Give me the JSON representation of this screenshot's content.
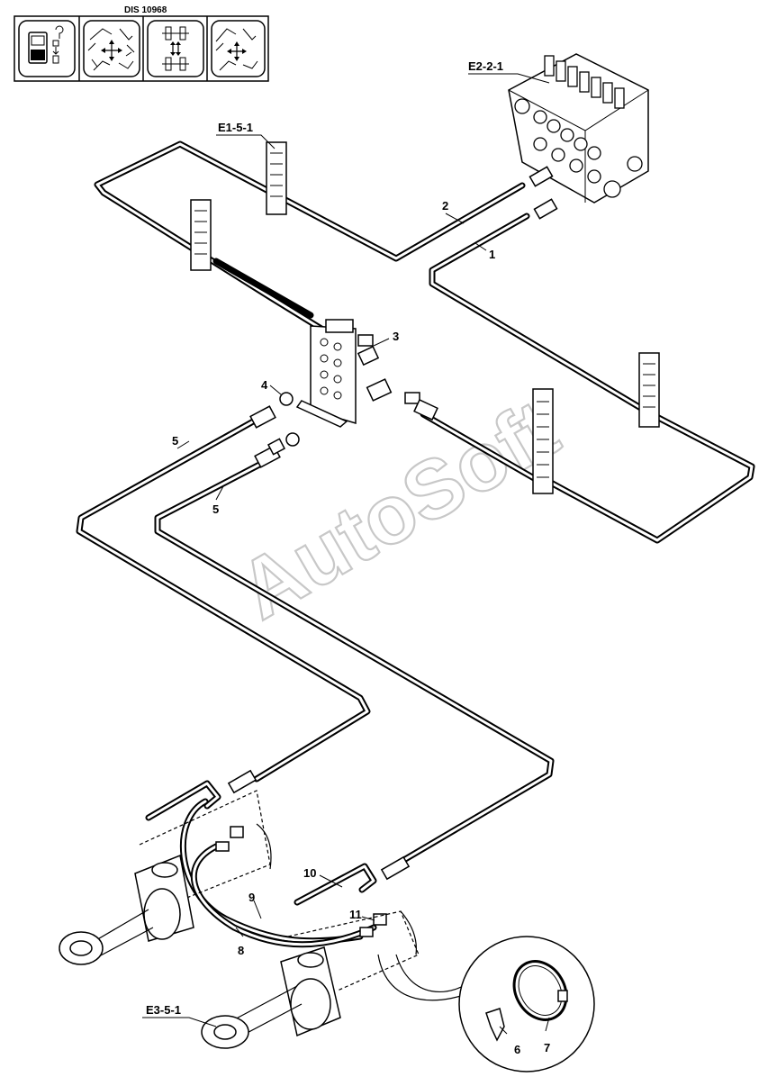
{
  "header": {
    "doc_code": "DIS 10968",
    "icons": [
      {
        "name": "remote-control-icon"
      },
      {
        "name": "excavator-move-arrows-icon"
      },
      {
        "name": "cylinder-arrows-icon"
      },
      {
        "name": "excavator-move-arrows-2-icon"
      }
    ]
  },
  "references": {
    "valve": "E2-2-1",
    "clamp_bar": "E1-5-1",
    "cylinder": "E3-5-1"
  },
  "callouts": [
    "1",
    "2",
    "3",
    "4",
    "5",
    "5",
    "6",
    "7",
    "8",
    "9",
    "10",
    "11"
  ],
  "watermark": "AutoSoft"
}
